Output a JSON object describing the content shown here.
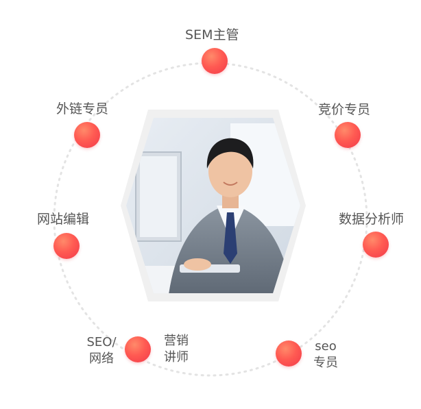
{
  "roles": [
    {
      "id": "sem",
      "label": "SEM主管"
    },
    {
      "id": "bidding",
      "label": "竞价专员"
    },
    {
      "id": "data",
      "label": "数据分析师"
    },
    {
      "id": "seo_specialist",
      "label_line1": "seo",
      "label_line2": "专员"
    },
    {
      "id": "marketing",
      "label_line1": "营销",
      "label_line2": "讲师"
    },
    {
      "id": "seo_network",
      "label_line1": "SEO/",
      "label_line2": "网络"
    },
    {
      "id": "editor",
      "label": "网站编辑"
    },
    {
      "id": "outlink",
      "label": "外链专员"
    }
  ],
  "colors": {
    "dot_gradient_start": "#ff8a6a",
    "dot_gradient_end": "#f23a4a",
    "text": "#555555",
    "ring": "#e6e6e6"
  }
}
